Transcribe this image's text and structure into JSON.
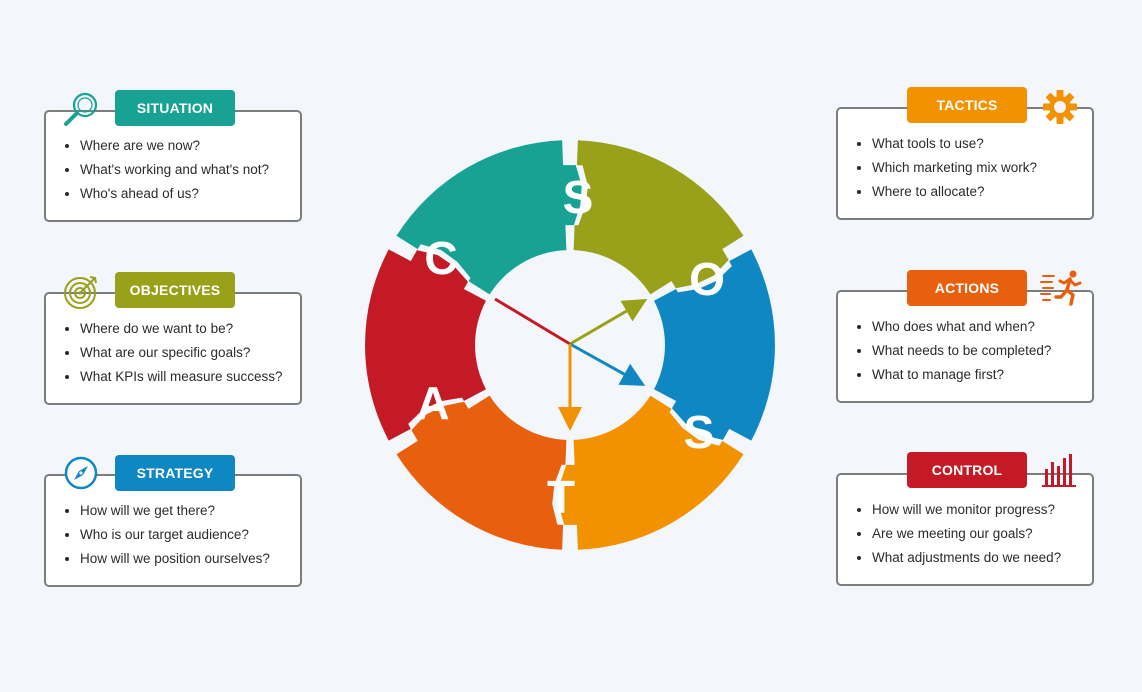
{
  "colors": {
    "situation": "#17a294",
    "objectives": "#99a019",
    "strategy": "#0e87c2",
    "tactics": "#f39200",
    "actions": "#e8600e",
    "control": "#c41a26",
    "background": "#f3f7fb"
  },
  "wheel": {
    "letters": [
      "S",
      "O",
      "S",
      "T",
      "A",
      "C"
    ]
  },
  "panels": {
    "situation": {
      "title": "SITUATION",
      "icon": "magnifier-icon",
      "items": [
        "Where are we now?",
        "What's working and what's not?",
        "Who's ahead of us?"
      ]
    },
    "objectives": {
      "title": "OBJECTIVES",
      "icon": "target-icon",
      "items": [
        "Where do we want to be?",
        "What are our specific goals?",
        "What KPIs will measure success?"
      ]
    },
    "strategy": {
      "title": "STRATEGY",
      "icon": "compass-icon",
      "items": [
        "How will we get there?",
        "Who is our target audience?",
        "How will we position ourselves?"
      ]
    },
    "tactics": {
      "title": "TACTICS",
      "icon": "gear-icon",
      "items": [
        "What tools to use?",
        "Which marketing mix work?",
        "Where to allocate?"
      ]
    },
    "actions": {
      "title": "ACTIONS",
      "icon": "runner-icon",
      "items": [
        "Who does what and when?",
        "What needs to be completed?",
        "What to manage first?"
      ]
    },
    "control": {
      "title": "CONTROL",
      "icon": "bar-chart-icon",
      "items": [
        "How will we monitor progress?",
        "Are we meeting our goals?",
        "What adjustments do we need?"
      ]
    }
  }
}
